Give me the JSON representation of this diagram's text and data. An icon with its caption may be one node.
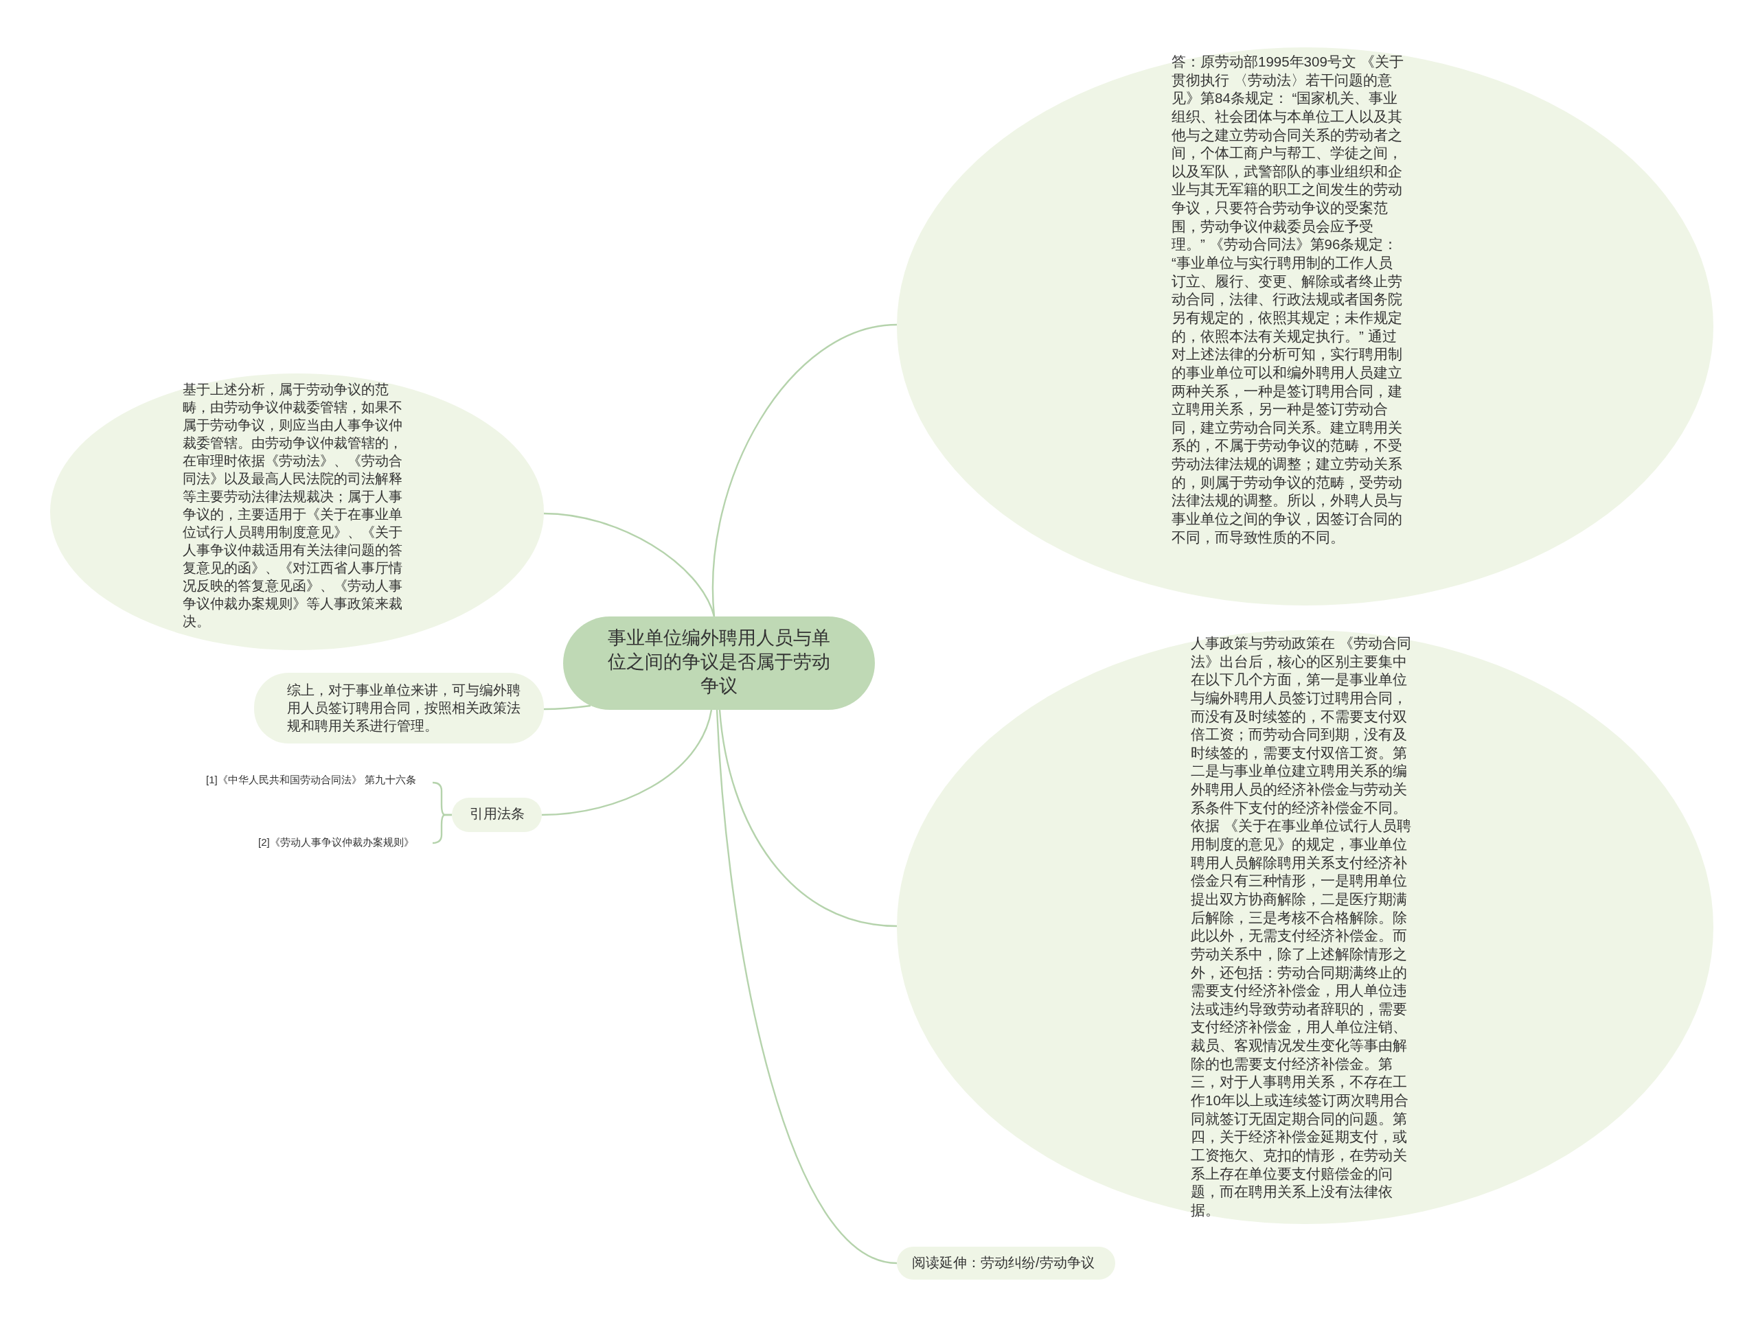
{
  "diagram": {
    "nodes": [
      {
        "text": [
          "事业单位编外聘用人员与单位之间的争议是否属于劳动争议"
        ]
      },
      {
        "text": [
          "答：原劳动部1995年309号文 《关于贯彻执行 〈劳动法〉若干问题的意见》第84条规定： “国家机关、事业组织、社会团体与本单位工人以及其他与之建立劳动合同关系的劳动者之间，个体工商户与帮工、学徒之间，以及军队，武警部队的事业组织和企业与其无军籍的职工之间发生的劳动争议，只要符合劳动争议的受案范围，劳动争议仲裁委员会应予受理。” 《劳动合同法》第96条规定： “事业单位与实行聘用制的工作人员订立、履行、变更、解除或者终止劳动合同，法律、行政法规或者国务院另有规定的，依照其规定；未作规定的，依照本法有关规定执行。” 通过对上述法律的分析可知，实行聘用制的事业单位可以和编外聘用人员建立两种关系，一种是签订聘用合同，建立聘用关系，另一种是签订劳动合同，建立劳动合同关系。建立聘用关系的，不属于劳动争议的范畴，不受劳动法律法规的调整；建立劳动关系的，则属于劳动争议的范畴，受劳动法律法规的调整。所以，外聘人员与事业单位之间的争议，因签订合同的不同，而导致性质的不同。"
        ]
      },
      {
        "text": [
          "人事政策与劳动政策在 《劳动合同法》出台后，核心的区别主要集中在以下几个方面，第一是事业单位与编外聘用人员签订过聘用合同，而没有及时续签的，不需要支付双倍工资；而劳动合同到期，没有及时续签的，需要支付双倍工资。第二是与事业单位建立聘用关系的编外聘用人员的经济补偿金与劳动关系条件下支付的经济补偿金不同。依据 《关于在事业单位试行人员聘用制度的意见》的规定，事业单位聘用人员解除聘用关系支付经济补偿金只有三种情形，一是聘用单位提出双方协商解除，二是医疗期满后解除，三是考核不合格解除。除此以外，无需支付经济补偿金。而劳动关系中，除了上述解除情形之外，还包括：劳动合同期满终止的需要支付经济补偿金，用人单位违法或违约导致劳动者辞职的，需要支付经济补偿金，用人单位注销、裁员、客观情况发生变化等事由解除的也需要支付经济补偿金。第三，对于人事聘用关系，不存在工作10年以上或连续签订两次聘用合同就签订无固定期合同的问题。第四，关于经济补偿金延期支付，或工资拖欠、克扣的情形，在劳动关系上存在单位要支付赔偿金的问题，而在聘用关系上没有法律依据。"
        ]
      },
      {
        "text": [
          "基于上述分析，属于劳动争议的范畴，由劳动争议仲裁委管辖，如果不属于劳动争议，则应当由人事争议仲裁委管辖。由劳动争议仲裁管辖的，在审理时依据《劳动法》、《劳动合同法》以及最高人民法院的司法解释等主要劳动法律法规裁决；属于人事争议的，主要适用于《关于在事业单位试行人员聘用制度意见》、《关于人事争议仲裁适用有关法律问题的答复意见的函》、《对江西省人事厅情况反映的答复意见函》、《劳动人事争议仲裁办案规则》等人事政策来裁决。"
        ]
      },
      {
        "text": [
          "综上，对于事业单位来讲，可与编外聘用人员签订聘用合同，按照相关政策法规和聘用关系进行管理。"
        ]
      },
      {
        "text": [
          "引用法条"
        ]
      },
      {
        "text": [
          "[1]《中华人民共和国劳动合同法》 第九十六条"
        ]
      },
      {
        "text": [
          "[2]《劳动人事争议仲裁办案规则》"
        ]
      },
      {
        "text": [
          "阅读延伸：劳动纠纷/劳动争议"
        ]
      }
    ],
    "edges": [
      {
        "from": 0,
        "to": 1,
        "arrow": "none"
      },
      {
        "from": 0,
        "to": 2,
        "arrow": "none"
      },
      {
        "from": 0,
        "to": 3,
        "arrow": "none"
      },
      {
        "from": 0,
        "to": 4,
        "arrow": "none"
      },
      {
        "from": 0,
        "to": 5,
        "arrow": "none"
      },
      {
        "from": 5,
        "to": 6,
        "arrow": "none"
      },
      {
        "from": 5,
        "to": 7,
        "arrow": "none"
      },
      {
        "from": 0,
        "to": 8,
        "arrow": "none"
      }
    ]
  }
}
